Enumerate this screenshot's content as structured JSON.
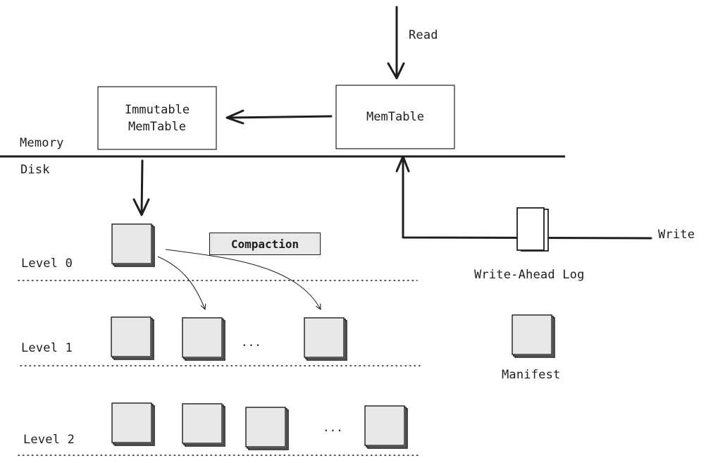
{
  "labels": {
    "read": "Read",
    "write": "Write",
    "memory": "Memory",
    "disk": "Disk",
    "memtable": "MemTable",
    "immutable_line1": "Immutable",
    "immutable_line2": "MemTable",
    "compaction": "Compaction",
    "wal": "Write-Ahead Log",
    "manifest": "Manifest",
    "level0": "Level 0",
    "level1": "Level 1",
    "level2": "Level 2",
    "ellipsis_level1": "...",
    "ellipsis_level2": "..."
  },
  "colors": {
    "stroke": "#1e1e1e",
    "sstable_fill": "#e8e8e8",
    "compaction_fill": "#e9e9e9"
  }
}
